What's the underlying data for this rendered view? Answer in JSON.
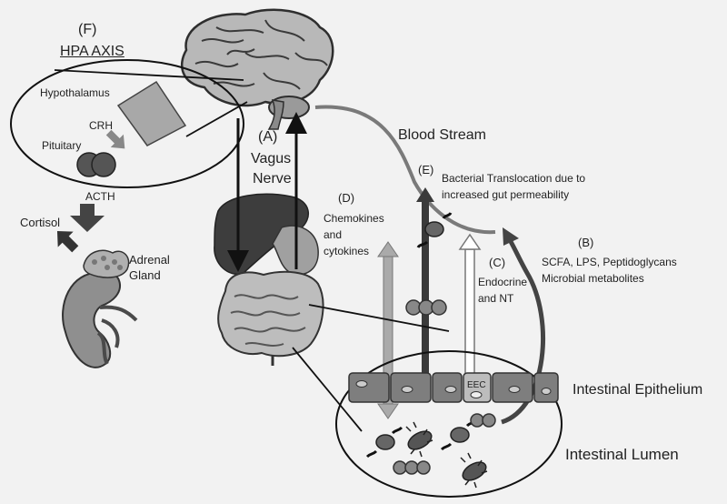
{
  "hpa": {
    "letter": "(F)",
    "title": "HPA AXIS",
    "hypothalamus": "Hypothalamus",
    "crh": "CRH",
    "pituitary": "Pituitary",
    "acth": "ACTH",
    "cortisol": "Cortisol",
    "adrenal_line1": "Adrenal",
    "adrenal_line2": "Gland"
  },
  "vagus": {
    "letter": "(A)",
    "line1": "Vagus",
    "line2": "Nerve"
  },
  "blood_stream": "Blood Stream",
  "bacterial": {
    "letter": "(E)",
    "line1": "Bacterial Translocation due to",
    "line2": "increased gut permeability"
  },
  "chemokines": {
    "letter": "(D)",
    "line1": "Chemokines",
    "line2": "and",
    "line3": "cytokines"
  },
  "microbial": {
    "letter": "(B)",
    "line1": "SCFA, LPS, Peptidoglycans",
    "line2": "Microbial metabolites"
  },
  "endocrine": {
    "letter": "(C)",
    "line1": "Endocrine",
    "line2": "and NT"
  },
  "eec": "EEC",
  "epithelium": "Intestinal Epithelium",
  "lumen": "Intestinal Lumen"
}
